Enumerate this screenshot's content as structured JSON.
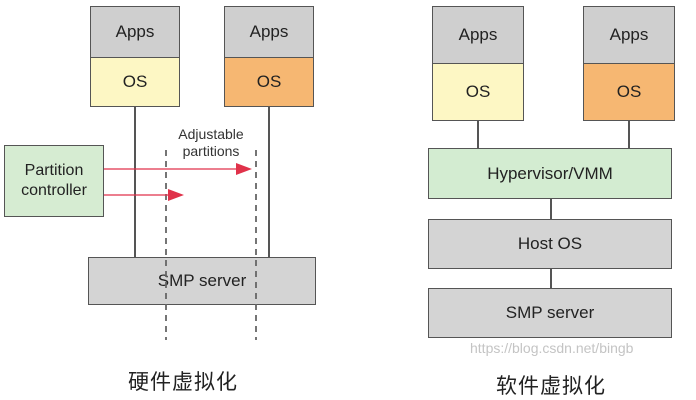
{
  "hardware": {
    "apps_left": "Apps",
    "apps_right": "Apps",
    "os_left": "OS",
    "os_right": "OS",
    "partition_line1": "Partition",
    "partition_line2": "controller",
    "adjustable_line1": "Adjustable",
    "adjustable_line2": "partitions",
    "smp": "SMP server",
    "caption": "硬件虚拟化"
  },
  "software": {
    "apps_left": "Apps",
    "apps_right": "Apps",
    "os_left": "OS",
    "os_right": "OS",
    "hypervisor": "Hypervisor/VMM",
    "host_os": "Host OS",
    "smp": "SMP server",
    "caption": "软件虚拟化"
  },
  "watermark": "https://blog.csdn.net/bingb",
  "colors": {
    "apps": "#cfcfcf",
    "os_yellow": "#fdf7c4",
    "os_orange": "#f6b772",
    "green": "#d3ecd1",
    "gray": "#d4d4d4",
    "arrow_red": "#e0324a"
  }
}
